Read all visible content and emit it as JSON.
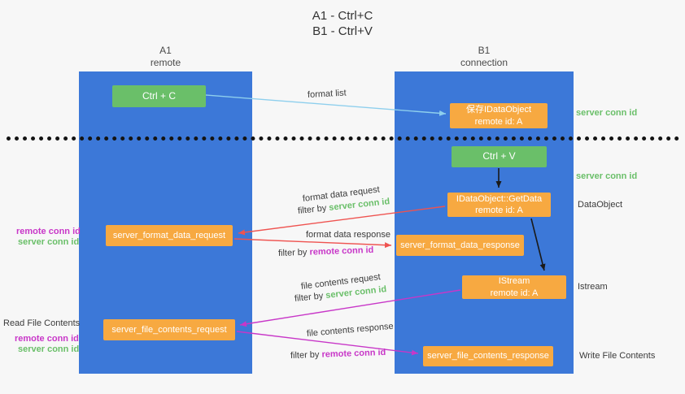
{
  "title": {
    "line1": "A1 - Ctrl+C",
    "line2": "B1 - Ctrl+V"
  },
  "lanes": {
    "left": {
      "name": "A1",
      "role": "remote"
    },
    "right": {
      "name": "B1",
      "role": "connection"
    }
  },
  "boxes": {
    "ctrl_c": "Ctrl + C",
    "save_idataobject": {
      "title": "保存IDataObject",
      "subtitle": "remote id: A"
    },
    "ctrl_v": "Ctrl + V",
    "getdata": {
      "title": "IDataObject::GetData",
      "subtitle": "remote id: A"
    },
    "format_request": "server_format_data_request",
    "format_response": "server_format_data_response",
    "istream": {
      "title": "IStream",
      "subtitle": "remote id: A"
    },
    "file_request": "server_file_contents_request",
    "file_response": "server_file_contents_response"
  },
  "arrow_labels": {
    "format_list": "format list",
    "format_data_request": "format data request",
    "format_data_response": "format data response",
    "file_contents_request": "file contents request",
    "file_contents_response": "file contents response",
    "filter_by": "filter by ",
    "server_conn_id": "server conn id",
    "remote_conn_id": "remote conn id"
  },
  "side_labels": {
    "server_conn_id_top": "server conn id",
    "server_conn_id_mid": "server conn id",
    "dataobject": "DataObject",
    "istream": "Istream",
    "write_file_contents": "Write File Contents",
    "read_file_contents": "Read File Contents",
    "remote_conn_id_1": "remote conn id",
    "server_conn_id_1": "server conn id",
    "remote_conn_id_2": "remote conn id",
    "server_conn_id_2": "server conn id"
  },
  "colors": {
    "lane_blue": "#3c78d8",
    "orange": "#f7a941",
    "green": "#6abf69",
    "magenta": "#c837c8",
    "red": "#ef5350",
    "light_blue": "#8ecfed",
    "background": "#f7f7f7"
  }
}
